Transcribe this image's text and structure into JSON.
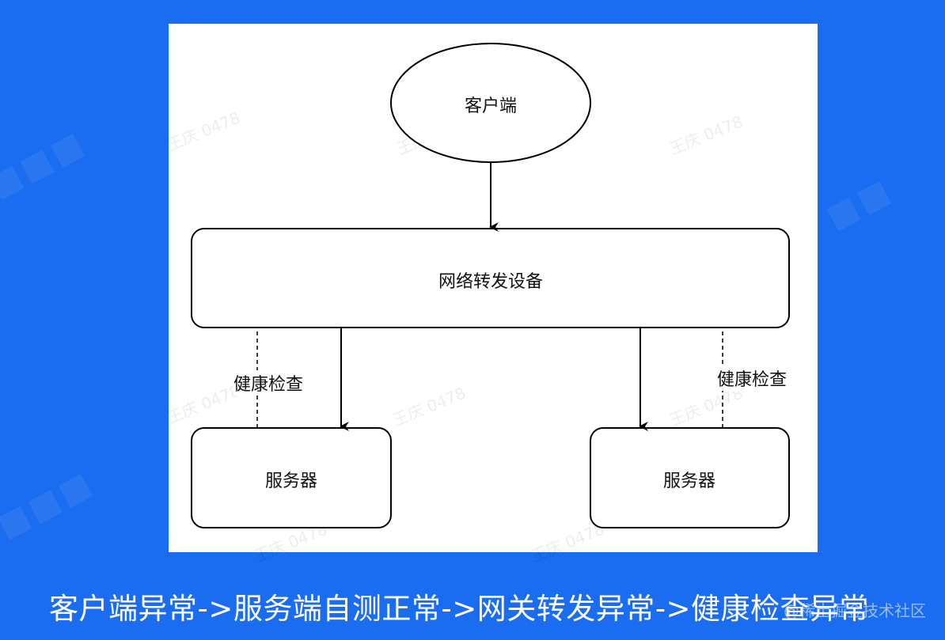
{
  "colors": {
    "background": "#1a6cf0",
    "panel": "#ffffff",
    "stroke": "#000000",
    "caption_text": "#ffffff"
  },
  "watermark": {
    "panel_text": "王庆 0478"
  },
  "diagram": {
    "nodes": {
      "client": "客户端",
      "gateway": "网络转发设备",
      "server_left": "服务器",
      "server_right": "服务器"
    },
    "edge_labels": {
      "health_check_left": "健康检查",
      "health_check_right": "健康检查"
    }
  },
  "caption": "客户端异常->服务端自测正常->网关转发异常->健康检查异常",
  "credit": "@稀土掘金技术社区"
}
